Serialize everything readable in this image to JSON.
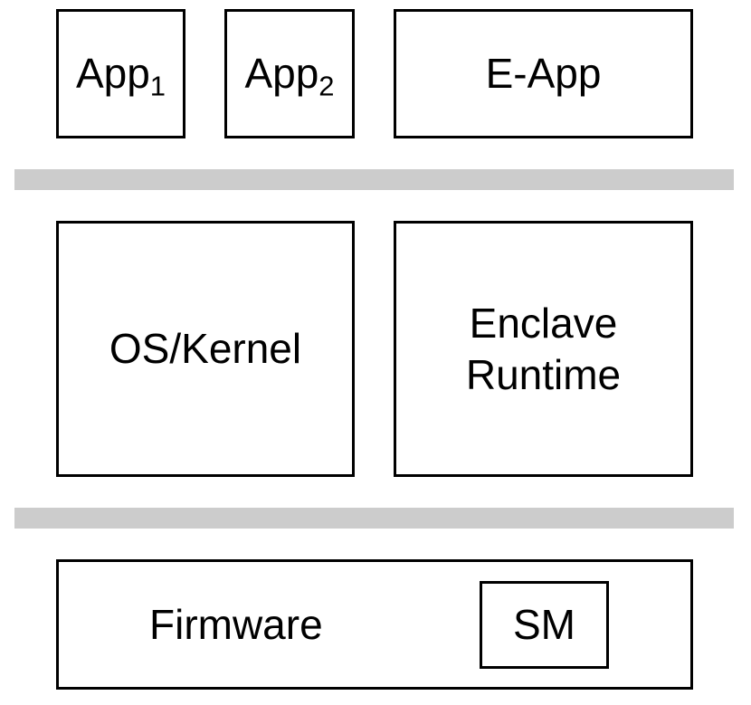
{
  "top_layer": {
    "app1": {
      "label": "App",
      "subscript": "1"
    },
    "app2": {
      "label": "App",
      "subscript": "2"
    },
    "eapp": {
      "label": "E-App"
    }
  },
  "middle_layer": {
    "os_kernel": {
      "label": "OS/Kernel"
    },
    "enclave_runtime": {
      "line1": "Enclave",
      "line2": "Runtime"
    }
  },
  "bottom_layer": {
    "firmware": {
      "label": "Firmware"
    },
    "sm": {
      "label": "SM"
    }
  },
  "colors": {
    "box_border": "#000000",
    "separator": "#cccccc",
    "background": "#ffffff"
  }
}
